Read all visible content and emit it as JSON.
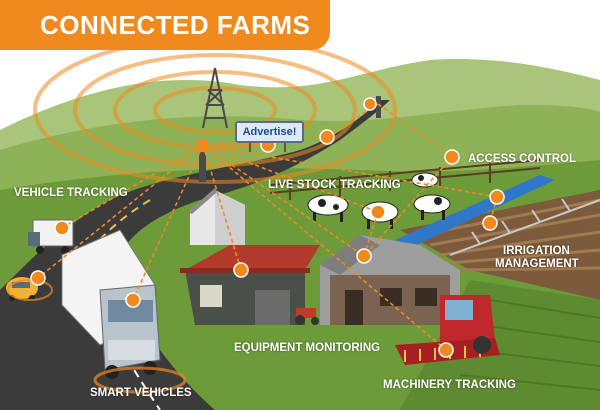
{
  "title": "CONNECTED FARMS",
  "billboard_text": "Advertise!",
  "labels": {
    "vehicle_tracking": "VEHICLE TRACKING",
    "live_stock_tracking": "LIVE STOCK TRACKING",
    "access_control": "ACCESS CONTROL",
    "irrigation_management_line1": "IRRIGATION",
    "irrigation_management_line2": "MANAGEMENT",
    "equipment_monitoring": "EQUIPMENT MONITORING",
    "smart_vehicles": "SMART VEHICLES",
    "machinery_tracking": "MACHINERY TRACKING"
  },
  "colors": {
    "accent": "#f08a1f",
    "node": "#f08a1f",
    "sky": "#ffffff",
    "grass": "#6d9b3a",
    "road": "#3b3b3b"
  },
  "icons": [
    "cell-tower-icon",
    "signal-rings-icon",
    "truck-icon",
    "car-icon",
    "barn-icon",
    "cow-icon",
    "harvester-icon",
    "tractor-icon",
    "sprinkler-icon"
  ]
}
